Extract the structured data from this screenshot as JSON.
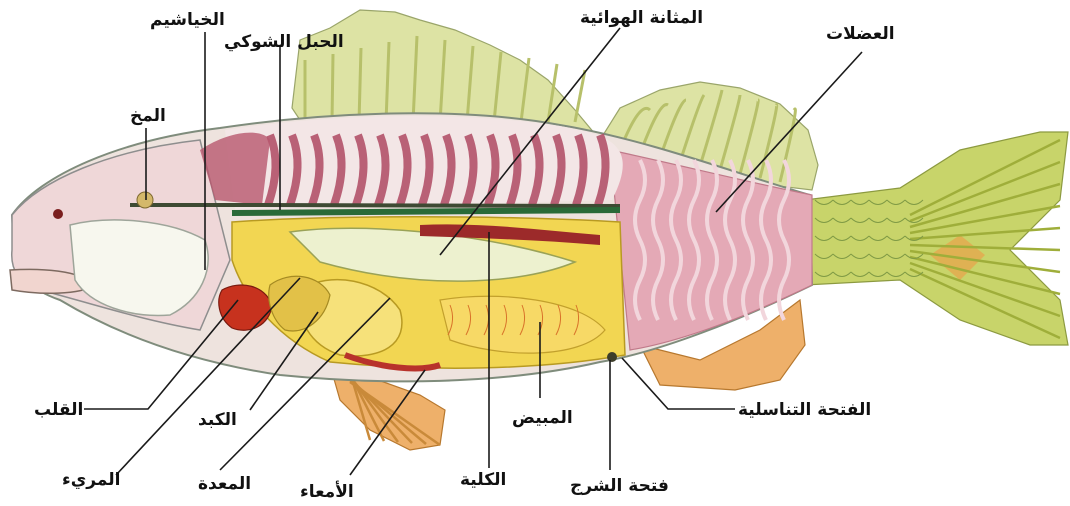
{
  "labels": {
    "gills": "الخياشيم",
    "spinal_cord": "الحبل الشوكي",
    "swim_bladder": "المثانة الهوائية",
    "muscles": "العضلات",
    "brain": "المخ",
    "heart": "القلب",
    "esophagus": "المريء",
    "liver": "الكبد",
    "stomach": "المعدة",
    "intestines": "الأمعاء",
    "kidney": "الكلية",
    "ovary": "المبيض",
    "anus": "فتحة الشرج",
    "genital_opening": "الفتحة التناسلية"
  },
  "colors": {
    "body_outline": "#8a9a86",
    "muscle_pink": "#d9a3ae",
    "muscle_dark": "#a8485e",
    "viscera_yellow": "#efd24a",
    "fin_yellow": "#d7dc8a",
    "fin_orange": "#e9a64a",
    "tail_green": "#b9c84e",
    "heart_red": "#c7321e",
    "leader_line": "#1a1a1a"
  }
}
